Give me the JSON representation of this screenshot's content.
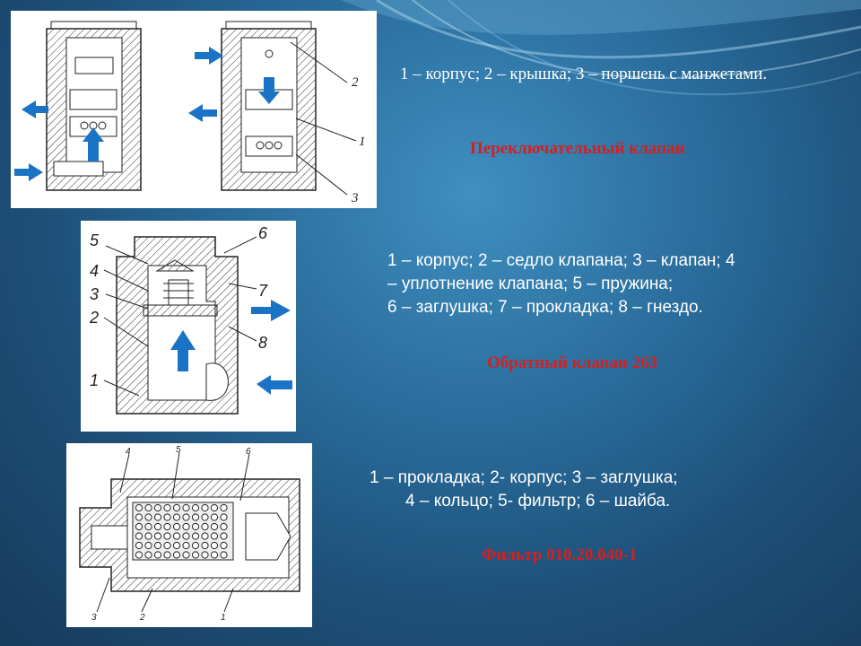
{
  "colors": {
    "accent": "#d42020",
    "arrow": "#1a73c4",
    "bg": "#2a6d9c"
  },
  "section1": {
    "desc": "1 – корпус; 2 – крышка; 3 – поршень с манжетами.",
    "title": "Переключательный клапан",
    "labels": [
      "2",
      "1",
      "3"
    ]
  },
  "section2": {
    "desc_lines": [
      "1 – корпус; 2 – седло клапана; 3 – клапан;    4",
      "– уплотнение клапана; 5 – пружина;",
      "6 – заглушка; 7 – прокладка; 8 – гнездо."
    ],
    "title": "Обратный клапан 263",
    "labels": [
      "5",
      "4",
      "3",
      "2",
      "1",
      "6",
      "7",
      "8"
    ]
  },
  "section3": {
    "desc_lines": [
      "1 – прокладка; 2- корпус; 3 – заглушка;",
      "4 – кольцо; 5- фильтр; 6 – шайба."
    ],
    "title": "Фильтр 010.20.040-1",
    "labels": [
      "4",
      "5",
      "6",
      "3",
      "2",
      "1"
    ]
  }
}
